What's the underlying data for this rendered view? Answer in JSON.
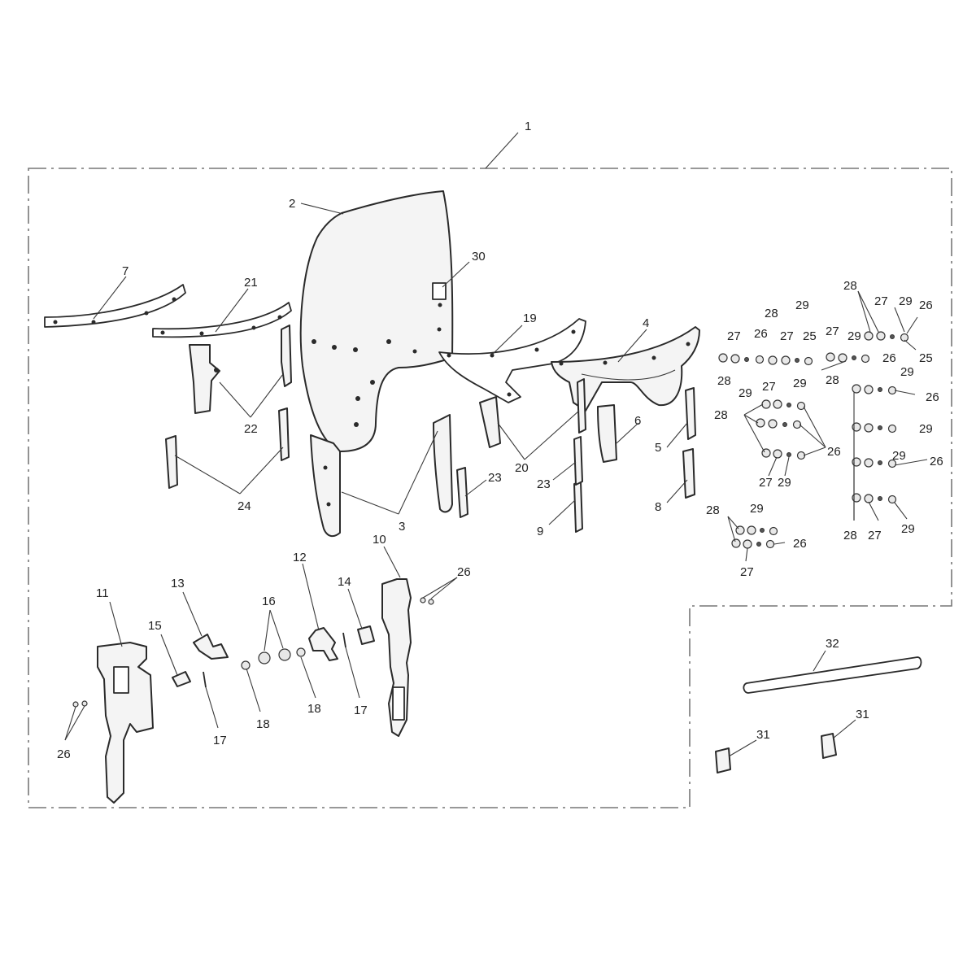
{
  "diagram": {
    "type": "exploded-parts-diagram",
    "callouts": [
      {
        "id": "c1",
        "text": "1"
      },
      {
        "id": "c2",
        "text": "2"
      },
      {
        "id": "c3",
        "text": "3"
      },
      {
        "id": "c4",
        "text": "4"
      },
      {
        "id": "c5",
        "text": "5"
      },
      {
        "id": "c6",
        "text": "6"
      },
      {
        "id": "c7",
        "text": "7"
      },
      {
        "id": "c8",
        "text": "8"
      },
      {
        "id": "c9",
        "text": "9"
      },
      {
        "id": "c10",
        "text": "10"
      },
      {
        "id": "c11",
        "text": "11"
      },
      {
        "id": "c12",
        "text": "12"
      },
      {
        "id": "c13",
        "text": "13"
      },
      {
        "id": "c14",
        "text": "14"
      },
      {
        "id": "c15",
        "text": "15"
      },
      {
        "id": "c16",
        "text": "16"
      },
      {
        "id": "c17a",
        "text": "17"
      },
      {
        "id": "c17b",
        "text": "17"
      },
      {
        "id": "c18a",
        "text": "18"
      },
      {
        "id": "c18b",
        "text": "18"
      },
      {
        "id": "c19",
        "text": "19"
      },
      {
        "id": "c20",
        "text": "20"
      },
      {
        "id": "c21",
        "text": "21"
      },
      {
        "id": "c22",
        "text": "22"
      },
      {
        "id": "c23a",
        "text": "23"
      },
      {
        "id": "c23b",
        "text": "23"
      },
      {
        "id": "c24",
        "text": "24"
      },
      {
        "id": "c26a",
        "text": "26"
      },
      {
        "id": "c26b",
        "text": "26"
      },
      {
        "id": "c30",
        "text": "30"
      },
      {
        "id": "c31a",
        "text": "31"
      },
      {
        "id": "c31b",
        "text": "31"
      },
      {
        "id": "c32",
        "text": "32"
      },
      {
        "id": "h27a",
        "text": "27"
      },
      {
        "id": "h28a",
        "text": "28"
      },
      {
        "id": "h26a",
        "text": "26"
      },
      {
        "id": "h27b",
        "text": "27"
      },
      {
        "id": "h29a",
        "text": "29"
      },
      {
        "id": "h25a",
        "text": "25"
      },
      {
        "id": "h28b",
        "text": "28"
      },
      {
        "id": "h29b",
        "text": "29"
      },
      {
        "id": "h27c",
        "text": "27"
      },
      {
        "id": "h29c",
        "text": "29"
      },
      {
        "id": "h28c",
        "text": "28"
      },
      {
        "id": "h26b",
        "text": "26"
      },
      {
        "id": "h27d",
        "text": "27"
      },
      {
        "id": "h29d",
        "text": "29"
      },
      {
        "id": "h28d",
        "text": "28"
      },
      {
        "id": "h29e",
        "text": "29"
      },
      {
        "id": "h26c",
        "text": "26"
      },
      {
        "id": "h27e",
        "text": "27"
      },
      {
        "id": "h28e",
        "text": "28"
      },
      {
        "id": "h27f",
        "text": "27"
      },
      {
        "id": "h29f",
        "text": "29"
      },
      {
        "id": "h26d",
        "text": "26"
      },
      {
        "id": "h27g",
        "text": "27"
      },
      {
        "id": "h29g",
        "text": "29"
      },
      {
        "id": "h26e",
        "text": "26"
      },
      {
        "id": "h25b",
        "text": "25"
      },
      {
        "id": "h28f",
        "text": "28"
      },
      {
        "id": "h29h",
        "text": "29"
      },
      {
        "id": "h26f",
        "text": "26"
      },
      {
        "id": "h29i",
        "text": "29"
      },
      {
        "id": "h29j",
        "text": "29"
      },
      {
        "id": "h26g",
        "text": "26"
      },
      {
        "id": "h28g",
        "text": "28"
      },
      {
        "id": "h27h",
        "text": "27"
      },
      {
        "id": "h29k",
        "text": "29"
      }
    ]
  }
}
